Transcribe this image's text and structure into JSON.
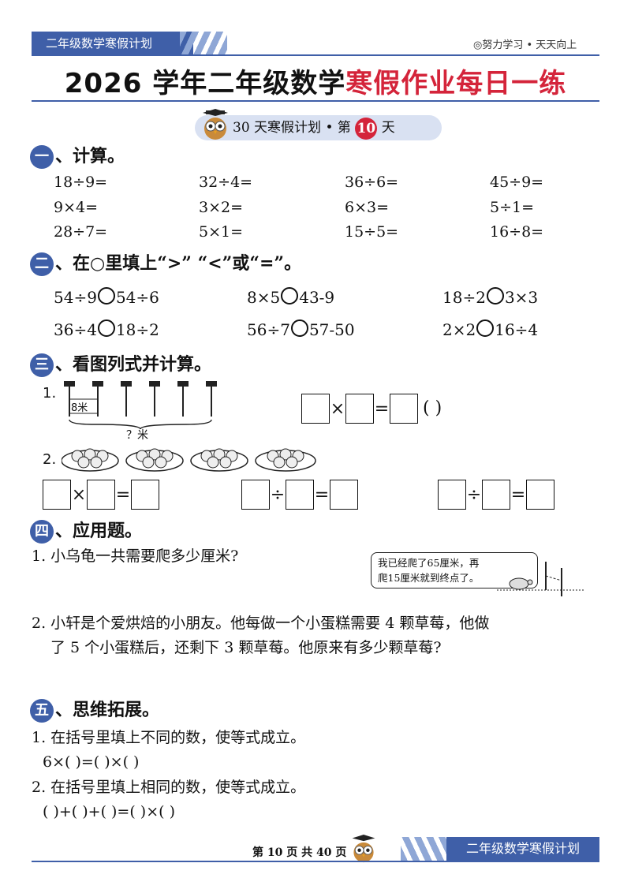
{
  "header": {
    "tag": "二年级数学寒假计划",
    "motto": "◎努力学习 • 天天向上",
    "title_black": "2026 学年二年级数学",
    "title_red": "寒假作业每日一练",
    "plan_text": "30 天寒假计划 • 第",
    "day": "10",
    "day_suffix": "天"
  },
  "s1": {
    "badge": "一",
    "title": "、计算。",
    "items": [
      "18÷9=",
      "32÷4=",
      "36÷6=",
      "45÷9=",
      "9×4=",
      "3×2=",
      "6×3=",
      "5÷1=",
      "28÷7=",
      "5×1=",
      "15÷5=",
      "16÷8="
    ]
  },
  "s2": {
    "badge": "二",
    "title": "、在○里填上“>” “<”或“=”。",
    "items": [
      {
        "l": "54÷9",
        "r": "54÷6"
      },
      {
        "l": "8×5",
        "r": "43-9"
      },
      {
        "l": "18÷2",
        "r": "3×3"
      },
      {
        "l": "36÷4",
        "r": "18÷2"
      },
      {
        "l": "56÷7",
        "r": "57-50"
      },
      {
        "l": "2×2",
        "r": "16÷4"
      }
    ]
  },
  "s3": {
    "badge": "三",
    "title": "、看图列式并计算。",
    "q1_no": "1.",
    "q1_tag": "8米",
    "q1_question": "？米",
    "q1_paren": "(      )",
    "q2_no": "2.",
    "times": "×",
    "div": "÷",
    "eq": "="
  },
  "s4": {
    "badge": "四",
    "title": "、应用题。",
    "q1": "1. 小乌龟一共需要爬多少厘米?",
    "bubble_1": "我已经爬了65厘米，再",
    "bubble_2": "爬15厘米就到终点了。",
    "q2_line1": "2. 小轩是个爱烘焙的小朋友。他每做一个小蛋糕需要 4 颗草莓，他做",
    "q2_line2": "了 5 个小蛋糕后，还剩下 3 颗草莓。他原来有多少颗草莓?"
  },
  "s5": {
    "badge": "五",
    "title": "、思维拓展。",
    "q1": "1. 在括号里填上不同的数，使等式成立。",
    "q1_eq": "6×(     )=(     )×(     )",
    "q2": "2. 在括号里填上相同的数，使等式成立。",
    "q2_eq": "(     )+(     )+(     )=(     )×(     )"
  },
  "footer": {
    "page": "第 10 页 共 40 页",
    "tag": "二年级数学寒假计划"
  }
}
